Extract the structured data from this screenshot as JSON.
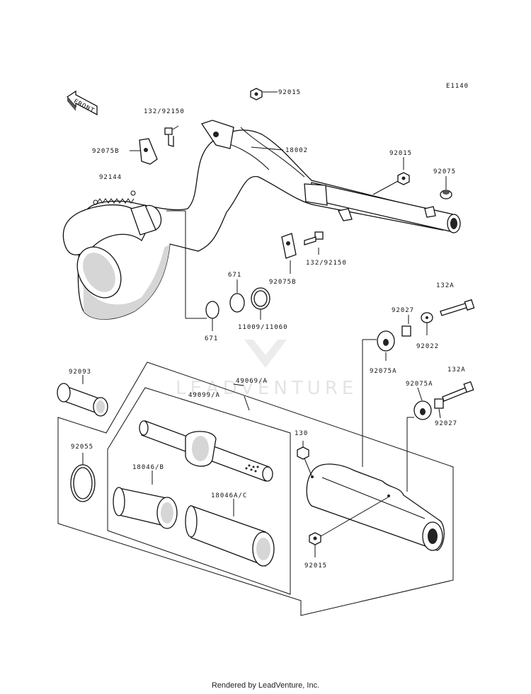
{
  "diagram_code": "E1140",
  "front_label": "FRONT",
  "watermark": "LEADVENTURE",
  "footer": "Rendered by LeadVenture, Inc.",
  "labels": {
    "p92015_top": "92015",
    "p132_92150_top": "132/92150",
    "p18002": "18002",
    "p92075b_top": "92075B",
    "p92015_mid": "92015",
    "p92075": "92075",
    "p92144": "92144",
    "p92075b_mid": "92075B",
    "p132_92150_mid": "132/92150",
    "p671_a": "671",
    "p671_b": "671",
    "p11009_11060": "11009/11060",
    "p132a_top": "132A",
    "p92027_top": "92027",
    "p92022": "92022",
    "p92075a_left": "92075A",
    "p92093": "92093",
    "p49069a": "49069/A",
    "p49099a": "49099/A",
    "p92075a_right": "92075A",
    "p132a_right": "132A",
    "p92027_right": "92027",
    "p130": "130",
    "p92055": "92055",
    "p18046b": "18046/B",
    "p18046ac": "18046A/C",
    "p92015_bottom": "92015"
  }
}
